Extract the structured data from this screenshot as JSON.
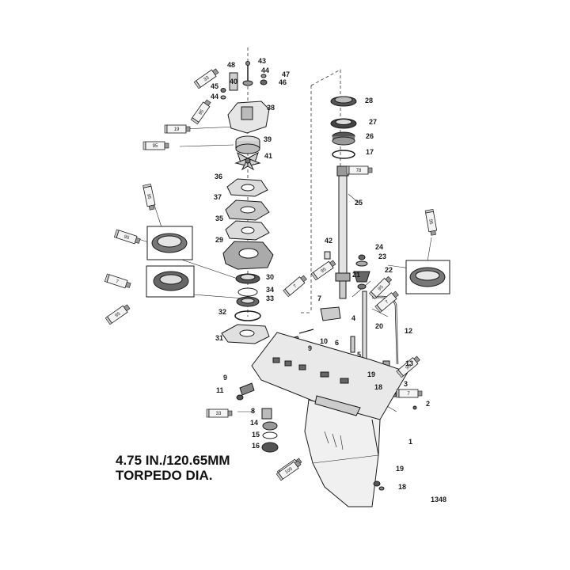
{
  "caption": {
    "line1": "4.75 IN./120.65MM",
    "line2": "TORPEDO DIA."
  },
  "figure_number": "1348",
  "callouts": [
    "48",
    "43",
    "44",
    "47",
    "45",
    "40",
    "46",
    "44",
    "38",
    "28",
    "27",
    "26",
    "17",
    "39",
    "41",
    "36",
    "37",
    "35",
    "29",
    "30",
    "34",
    "33",
    "32",
    "31",
    "25",
    "42",
    "24",
    "23",
    "22",
    "21",
    "7",
    "4",
    "20",
    "12",
    "10",
    "9",
    "6",
    "5",
    "19",
    "18",
    "13",
    "3",
    "2",
    "1",
    "9",
    "11",
    "8",
    "14",
    "15",
    "16",
    "19",
    "18"
  ],
  "tubes": [
    "33",
    "95",
    "19",
    "95",
    "95",
    "95",
    "7",
    "95",
    "7",
    "95",
    "78",
    "95",
    "7",
    "95",
    "7",
    "95",
    "33",
    "95",
    "109"
  ]
}
